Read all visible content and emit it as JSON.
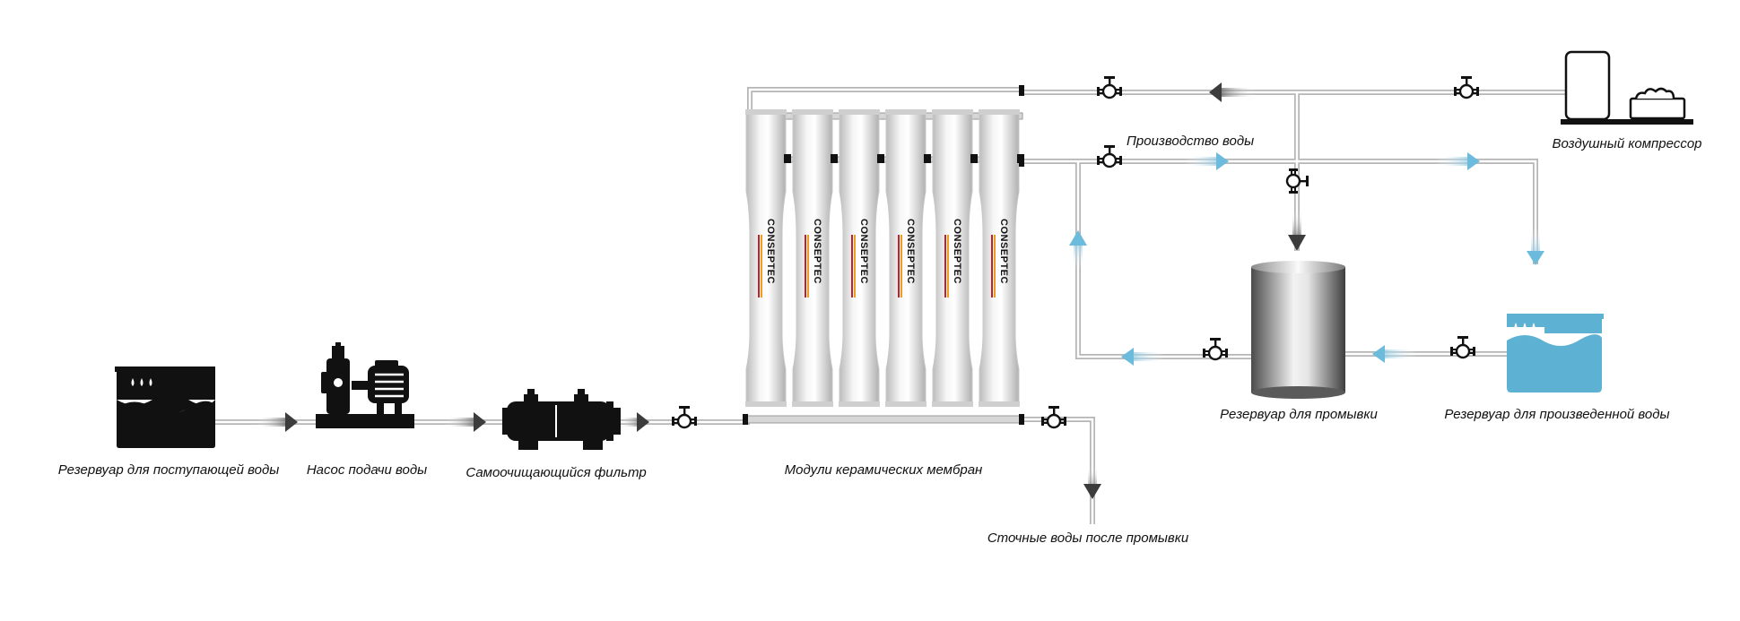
{
  "labels": {
    "feed_tank": "Резервуар для поступающей воды",
    "feed_pump": "Насос подачи воды",
    "self_cleaning_filter": "Самоочищающийся фильтр",
    "membrane_modules": "Модули керамических мембран",
    "wastewater": "Сточные воды после промывки",
    "water_production": "Производство воды",
    "air_compressor": "Воздушный компрессор",
    "flushing_tank": "Резервуар для промывки",
    "product_tank": "Резервуар для произведенной воды"
  },
  "membrane": {
    "brand": "CONSEPTEC",
    "count": 6
  },
  "colors": {
    "ink": "#111111",
    "product_water": "#5db1d2",
    "pipe": "#b3b3b3",
    "flow_arrow_dark": "#4a4a4a",
    "flow_arrow_blue": "#7dc2df"
  }
}
